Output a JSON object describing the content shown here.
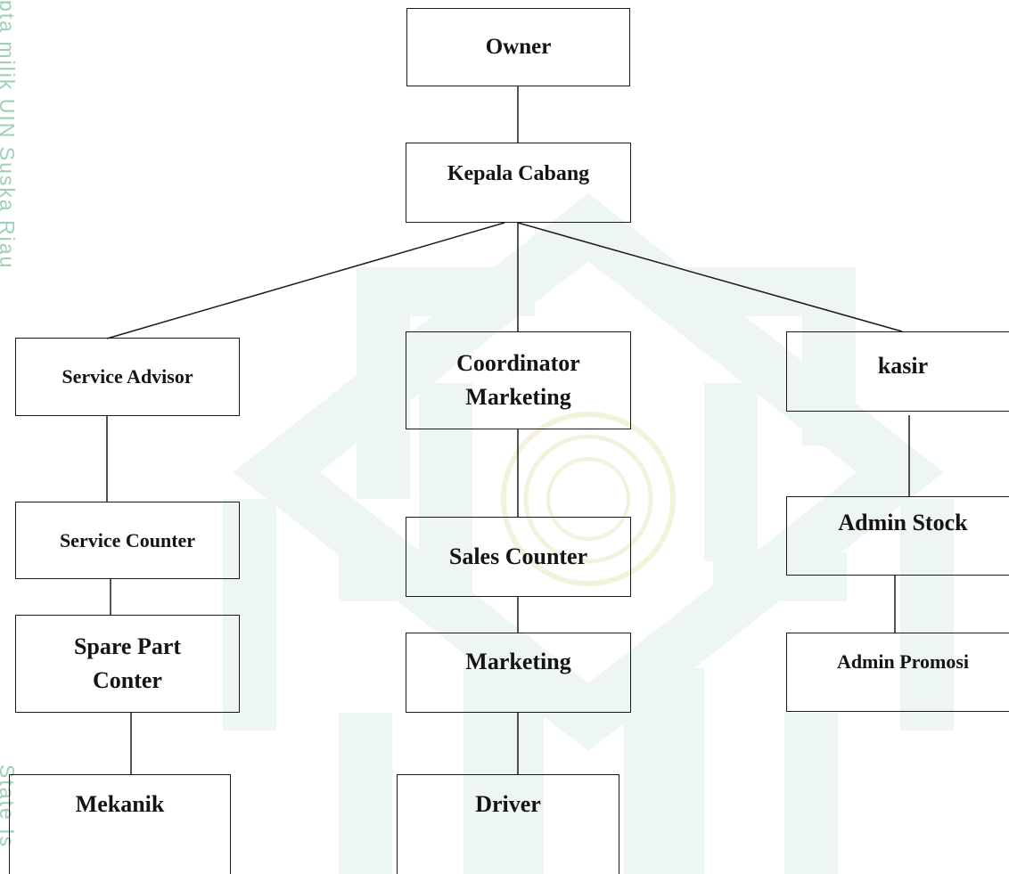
{
  "org_chart": {
    "owner": "Owner",
    "kepala_cabang": "Kepala Cabang",
    "service_advisor": "Service Advisor",
    "coordinator_marketing_line1": "Coordinator",
    "coordinator_marketing_line2": "Marketing",
    "kasir": "kasir",
    "service_counter": "Service Counter",
    "sales_counter": "Sales Counter",
    "admin_stock": "Admin Stock",
    "spare_part_line1": "Spare Part",
    "spare_part_line2": "Conter",
    "marketing": "Marketing",
    "admin_promosi": "Admin Promosi",
    "mekanik": "Mekanik",
    "driver": "Driver"
  },
  "watermark": {
    "side_text_top": "pta milik UIN Suska Riau",
    "side_text_bottom": "State Is",
    "side_text_color": "#8cc9a8",
    "logo_color": "#eef6f1",
    "logo_accent": "#f4f1dc"
  },
  "colors": {
    "box_border": "#1a1a1a",
    "text": "#141414",
    "line": "#1a1a1a"
  }
}
